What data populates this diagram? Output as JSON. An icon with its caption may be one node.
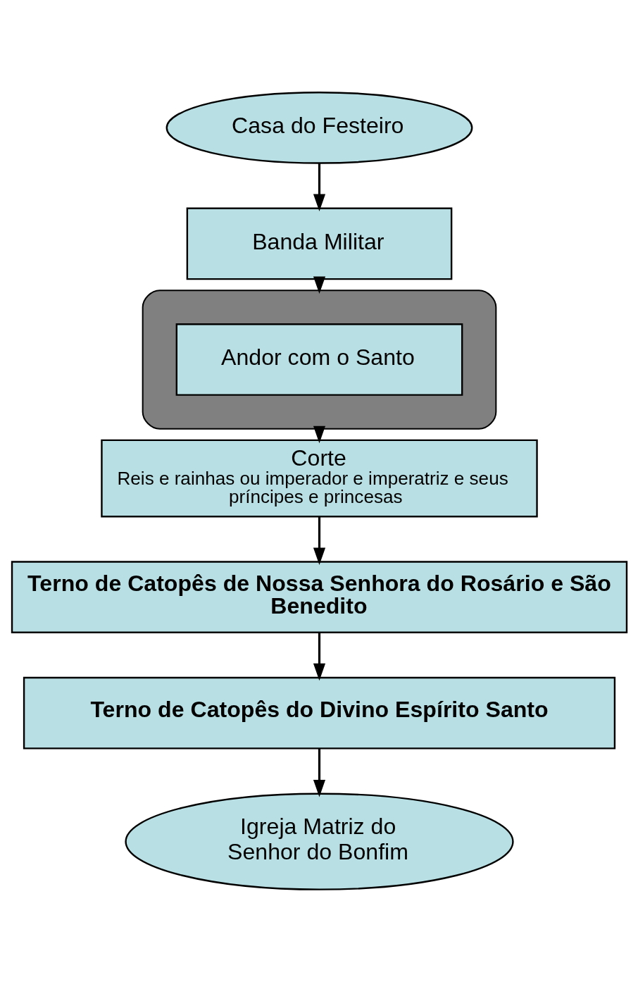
{
  "diagram": {
    "nodes": [
      {
        "text": [
          "Casa do Festeiro"
        ]
      },
      {
        "text": [
          "Banda Militar"
        ]
      },
      {
        "text": [],
        "shape": "ellipse"
      },
      {
        "text": [
          "Andor com o Santo"
        ],
        "in": 2
      },
      {
        "text": [
          "Corte",
          "Reis e rainhas ou imperador e imperatriz e seus príncipes e princesas"
        ]
      },
      {
        "text": [
          "Terno de Catopês de Nossa Senhora do Rosário e São Benedito"
        ]
      },
      {
        "text": [
          "Terno de Catopês do Divino Espírito Santo"
        ]
      },
      {
        "text": [
          "Igreja Matriz do Senhor do Bonfim"
        ]
      }
    ],
    "edges": [
      {
        "from": 0,
        "to": 1,
        "arrow": "to"
      },
      {
        "from": 1,
        "to": 2,
        "arrow": "to"
      },
      {
        "from": 2,
        "to": 4,
        "arrow": "to"
      },
      {
        "from": 4,
        "to": 5,
        "arrow": "to"
      },
      {
        "from": 5,
        "to": 6,
        "arrow": "to"
      },
      {
        "from": 6,
        "to": 7,
        "arrow": "to"
      }
    ]
  }
}
